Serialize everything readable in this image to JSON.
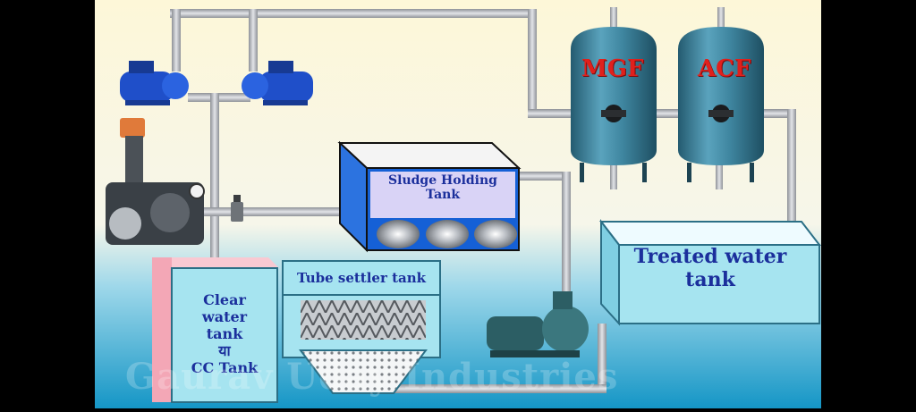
{
  "labels": {
    "mgf": "MGF",
    "acf": "ACF",
    "sludge_tank": [
      "Sludge Holding",
      "Tank"
    ],
    "treated_tank": [
      "Treated water",
      "tank"
    ],
    "tube_settler": "Tube settler tank",
    "clear_water": [
      "Clear",
      "water",
      "tank",
      "या",
      "CC Tank"
    ],
    "watermark": "Gaurav Uday Industries"
  },
  "colors": {
    "pipe": "#b9bcc2",
    "filter_vessel": "#3d7e96",
    "pump_blue": "#1f4fc9",
    "tank_cyan": "#a6e4f0",
    "label_text": "#1b2f9c",
    "filter_label": "#e0201c"
  }
}
